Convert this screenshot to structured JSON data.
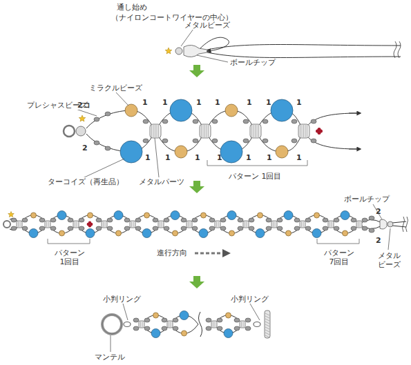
{
  "diagram": {
    "labels": [
      "通し始め",
      "（ナイロンコートワイヤーの中心）",
      "メタルビーズ",
      "ボールチップ",
      "ミラクルビーズ",
      "プレシャスビーズ",
      "2コ",
      "2",
      "1",
      "1",
      "1",
      "1",
      "1",
      "1",
      "1",
      "1",
      "1",
      "1",
      "1",
      "1",
      "1",
      "1",
      "ターコイズ（再生品）",
      "メタルパーツ",
      "パターン 1回目",
      "パターン 1回目",
      "進行方向",
      "パターン 7回目",
      "ボールチップ",
      "2",
      "2",
      "メタル ビーズ",
      "小判リング",
      "小判リング",
      "マンテル"
    ]
  }
}
